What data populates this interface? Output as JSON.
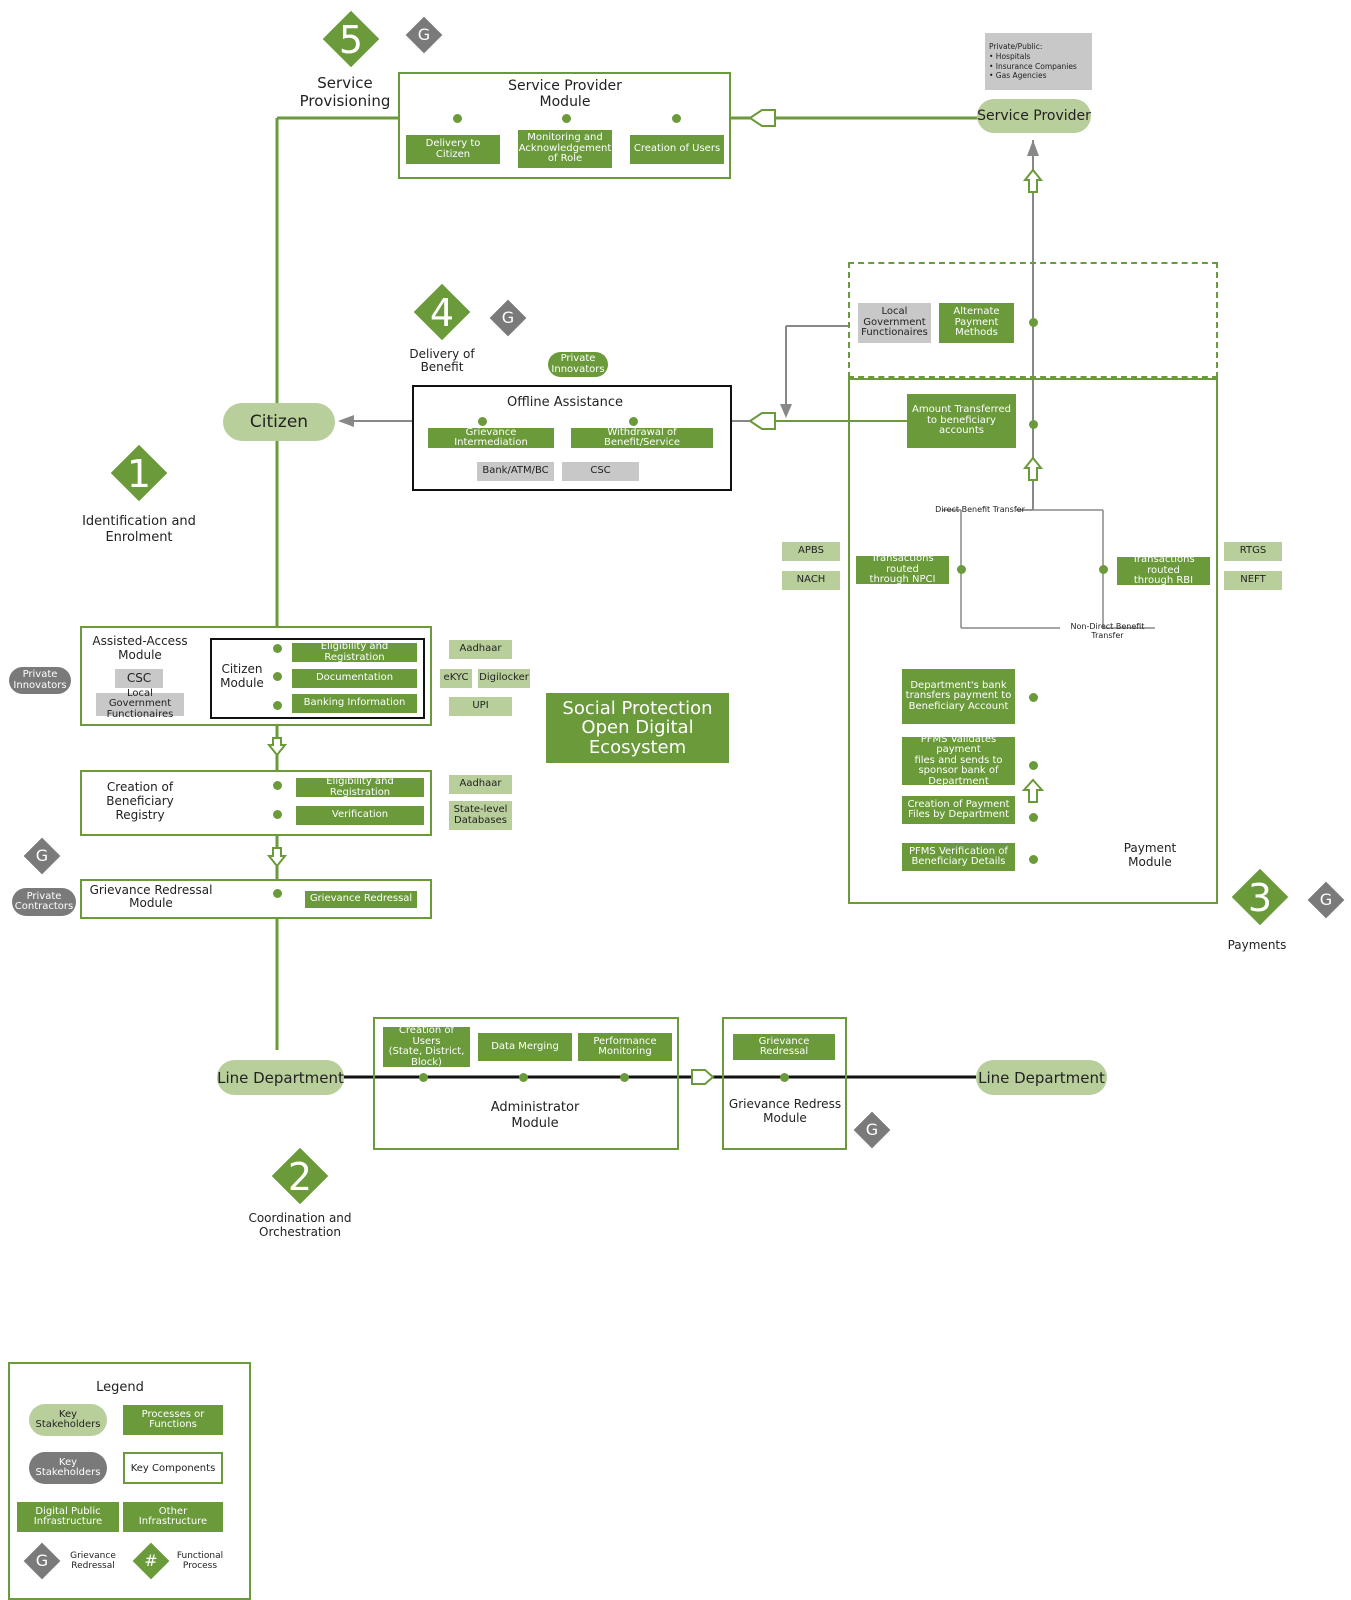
{
  "title": {
    "line1": "Social Protection",
    "line2": "Open Digital",
    "line3": "Ecosystem"
  },
  "numbers": {
    "n1": "1",
    "n2": "2",
    "n3": "3",
    "n4": "4",
    "n5": "5"
  },
  "g": "G",
  "steps": {
    "s1": "Identification and\nEnrolment",
    "s2": "Coordination and\nOrchestration",
    "s3": "Payments",
    "s4": "Delivery of\nBenefit",
    "s5": "Service\nProvisioning"
  },
  "stakeholders": {
    "citizen": "Citizen",
    "service_provider": "Service Provider",
    "line_dept_left": "Line Department",
    "line_dept_right": "Line Department",
    "private_innovators_left": "Private\nInnovators",
    "private_contractors": "Private\nContractors",
    "private_innovators_offline": "Private\nInnovators"
  },
  "service_provider_module": {
    "title": "Service Provider\nModule",
    "items": [
      "Delivery to Citizen",
      "Monitoring and\nAcknowledgement\nof Role",
      "Creation of Users"
    ],
    "note": "Private/Public:\n• Hospitals\n• Insurance Companies\n• Gas Agencies"
  },
  "offline_assistance": {
    "title": "Offline Assistance",
    "items": [
      "Grievance Intermediation",
      "Withdrawal of Benefit/Service"
    ],
    "infra": [
      "Bank/ATM/BC",
      "CSC"
    ]
  },
  "assisted_access": {
    "title": "Assisted-Access\nModule",
    "csc": "CSC",
    "lgf": "Local Government\nFunctionaires"
  },
  "citizen_module": {
    "title": "Citizen\nModule",
    "items": [
      "Eligibility and Registration",
      "Documentation",
      "Banking Information"
    ],
    "infra": [
      "Aadhaar",
      "eKYC",
      "Digilocker",
      "UPI"
    ]
  },
  "beneficiary_registry": {
    "title": "Creation of\nBeneficiary\nRegistry",
    "items": [
      "Eligibility and Registration",
      "Verification"
    ],
    "infra": [
      "Aadhaar",
      "State-level\nDatabases"
    ]
  },
  "grievance_module": {
    "title": "Grievance Redressal\nModule",
    "item": "Grievance Redressal"
  },
  "administrator_module": {
    "title": "Administrator\nModule",
    "items": [
      "Creation of Users\n(State, District,\nBlock)",
      "Data Merging",
      "Performance\nMonitoring"
    ]
  },
  "grievance_redress_module": {
    "title": "Grievance Redress\nModule",
    "item": "Grievance Redressal"
  },
  "payment_module": {
    "title": "Payment\nModule",
    "lgf": "Local\nGovernment\nFunctionaires",
    "alt": "Alternate\nPayment\nMethods",
    "amount": "Amount Transferred\nto beneficiary\naccounts",
    "dbt": "Direct Benefit Transfer",
    "non_dbt": "Non-Direct Benefit Transfer",
    "npci": "Transactions routed\nthrough NPCI",
    "rbi": "Transactions routed\nthrough RBI",
    "apbs": "APBS",
    "nach": "NACH",
    "rtgs": "RTGS",
    "neft": "NEFT",
    "steps": [
      "Department's bank\ntransfers payment to\nBeneficiary Account",
      "PFMS Validates payment\nfiles and sends to\nsponsor bank of\nDepartment",
      "Creation of Payment\nFiles by Department",
      "PFMS Verification of\nBeneficiary Details"
    ]
  },
  "legend": {
    "title": "Legend",
    "key_stakeholders_green": "Key\nStakeholders",
    "processes": "Processes or\nFunctions",
    "key_stakeholders_grey": "Key\nStakeholders",
    "key_components": "Key Components",
    "dpi": "Digital Public\nInfrastructure",
    "other_infra": "Other Infrastructure",
    "grievance": "Grievance\nRedressal",
    "functional": "Functional\nProcess",
    "hash": "#"
  },
  "colors": {
    "green": "#6a9a3a",
    "light_green": "#b9cf9b",
    "grey": "#7a7a7a",
    "light_grey": "#c8c8c8"
  }
}
